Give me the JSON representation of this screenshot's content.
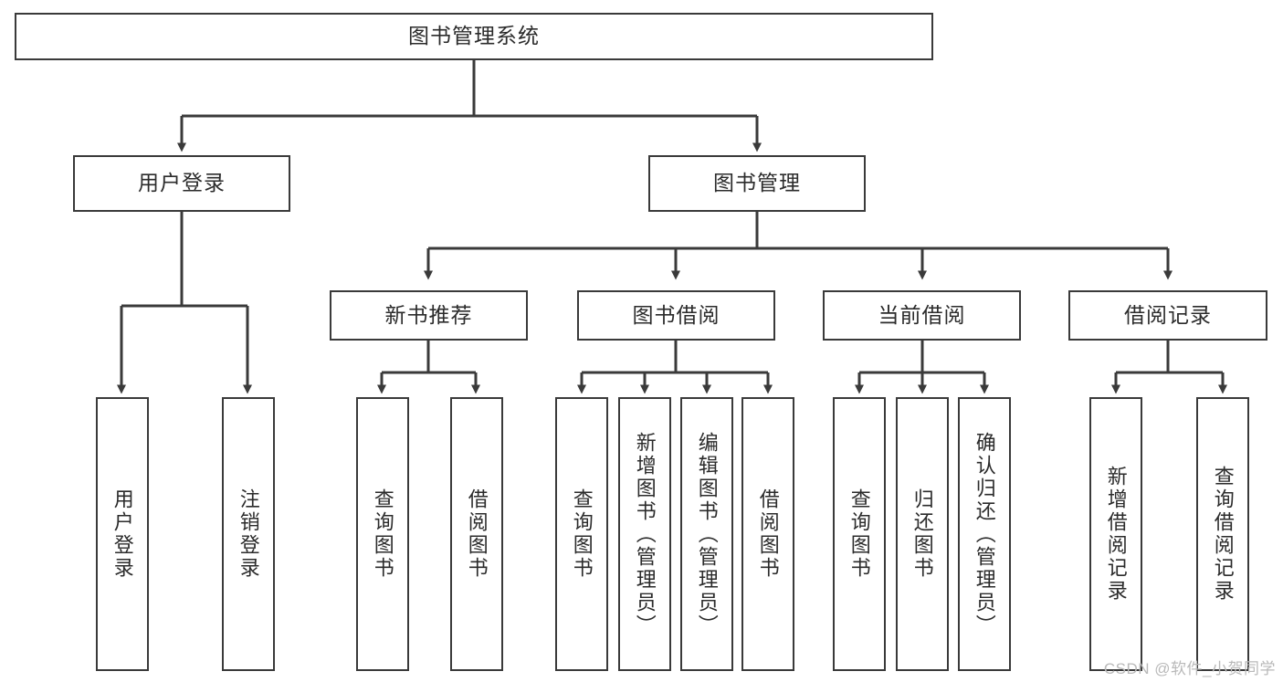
{
  "diagram": {
    "title": "图书管理系统",
    "type": "tree",
    "background_color": "#ffffff",
    "border_color": "#3a3a3a",
    "text_color": "#2b2b2b"
  },
  "nodes": {
    "root": {
      "label": "图书管理系统",
      "level": 1,
      "orientation": "horizontal"
    },
    "level2": [
      {
        "label": "用户登录",
        "orientation": "horizontal"
      },
      {
        "label": "图书管理",
        "orientation": "horizontal"
      }
    ],
    "level3": [
      {
        "label": "新书推荐",
        "orientation": "horizontal",
        "parent": "图书管理"
      },
      {
        "label": "图书借阅",
        "orientation": "horizontal",
        "parent": "图书管理"
      },
      {
        "label": "当前借阅",
        "orientation": "horizontal",
        "parent": "图书管理"
      },
      {
        "label": "借阅记录",
        "orientation": "horizontal",
        "parent": "图书管理"
      }
    ],
    "leaves": {
      "user_login": [
        {
          "label": "用户登录",
          "orientation": "vertical"
        },
        {
          "label": "注销登录",
          "orientation": "vertical"
        }
      ],
      "new_book_recommend": [
        {
          "label": "查询图书",
          "orientation": "vertical"
        },
        {
          "label": "借阅图书",
          "orientation": "vertical"
        }
      ],
      "book_borrow": [
        {
          "label": "查询图书",
          "orientation": "vertical"
        },
        {
          "label": "新增图书（管理员）",
          "orientation": "vertical"
        },
        {
          "label": "编辑图书（管理员）",
          "orientation": "vertical"
        },
        {
          "label": "借阅图书",
          "orientation": "vertical"
        }
      ],
      "current_borrow": [
        {
          "label": "查询图书",
          "orientation": "vertical"
        },
        {
          "label": "归还图书",
          "orientation": "vertical"
        },
        {
          "label": "确认归还（管理员）",
          "orientation": "vertical"
        }
      ],
      "borrow_record": [
        {
          "label": "新增借阅记录",
          "orientation": "vertical"
        },
        {
          "label": "查询借阅记录",
          "orientation": "vertical"
        }
      ]
    }
  },
  "watermark": {
    "text": "CSDN @软件_小贺同学",
    "color": "#b9b9b9"
  }
}
